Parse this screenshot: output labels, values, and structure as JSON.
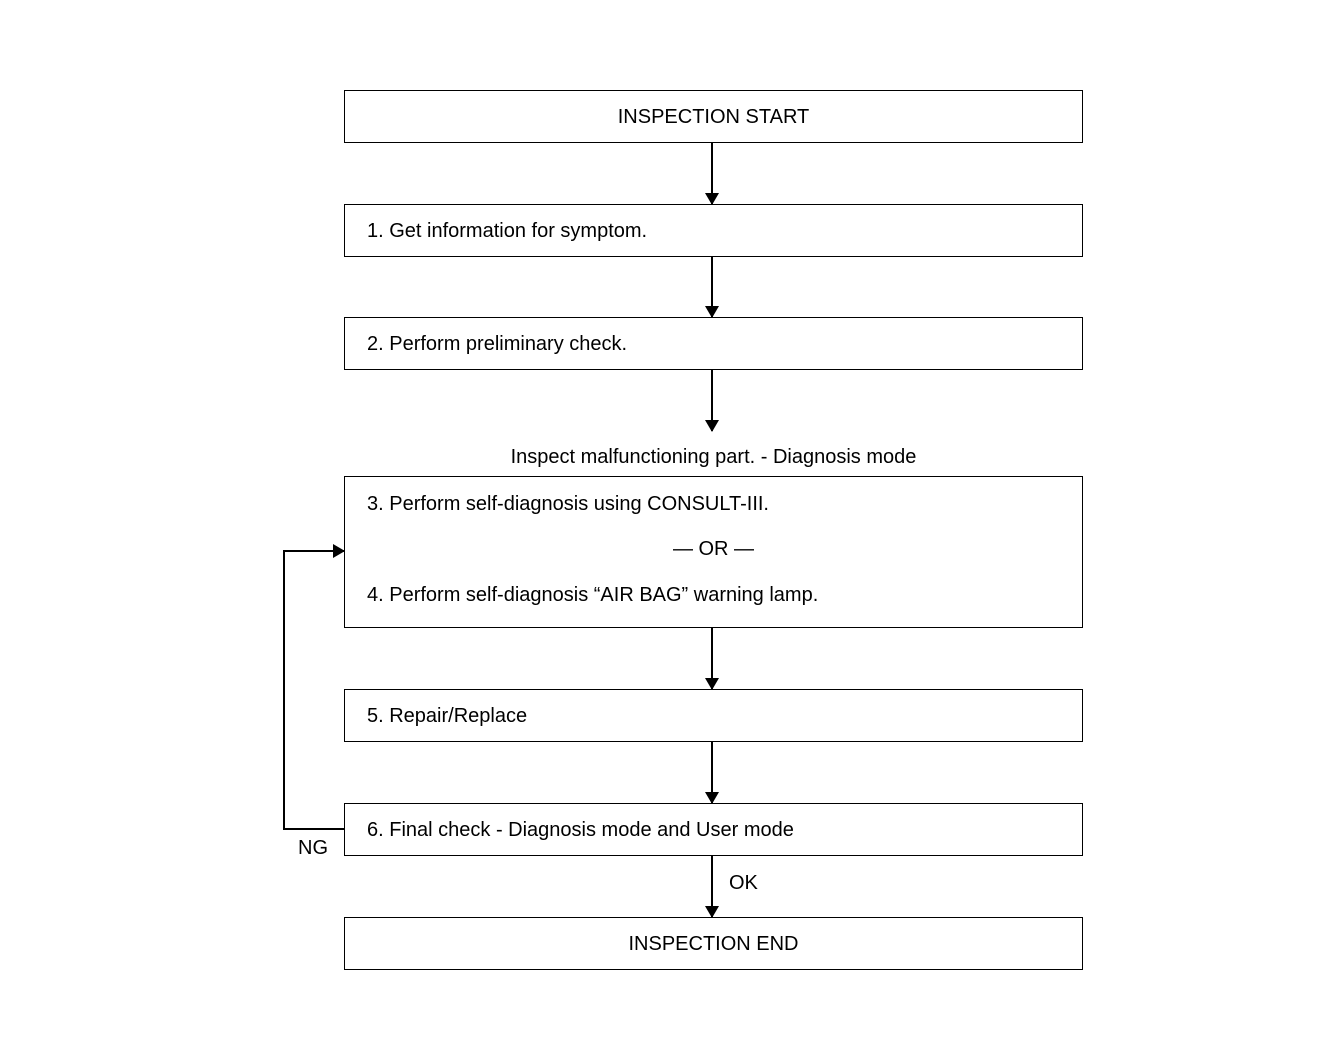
{
  "flowchart": {
    "start": "INSPECTION START",
    "step1": "1. Get information for symptom.",
    "step2": "2. Perform preliminary check.",
    "section_heading": "Inspect malfunctioning part. - Diagnosis mode",
    "step3": "3. Perform self-diagnosis using CONSULT-III.",
    "or_separator": "— OR —",
    "step4": "4. Perform self-diagnosis “AIR BAG” warning lamp.",
    "step5": "5. Repair/Replace",
    "step6": "6. Final check - Diagnosis mode and User mode",
    "ng_label": "NG",
    "ok_label": "OK",
    "end": "INSPECTION END"
  }
}
